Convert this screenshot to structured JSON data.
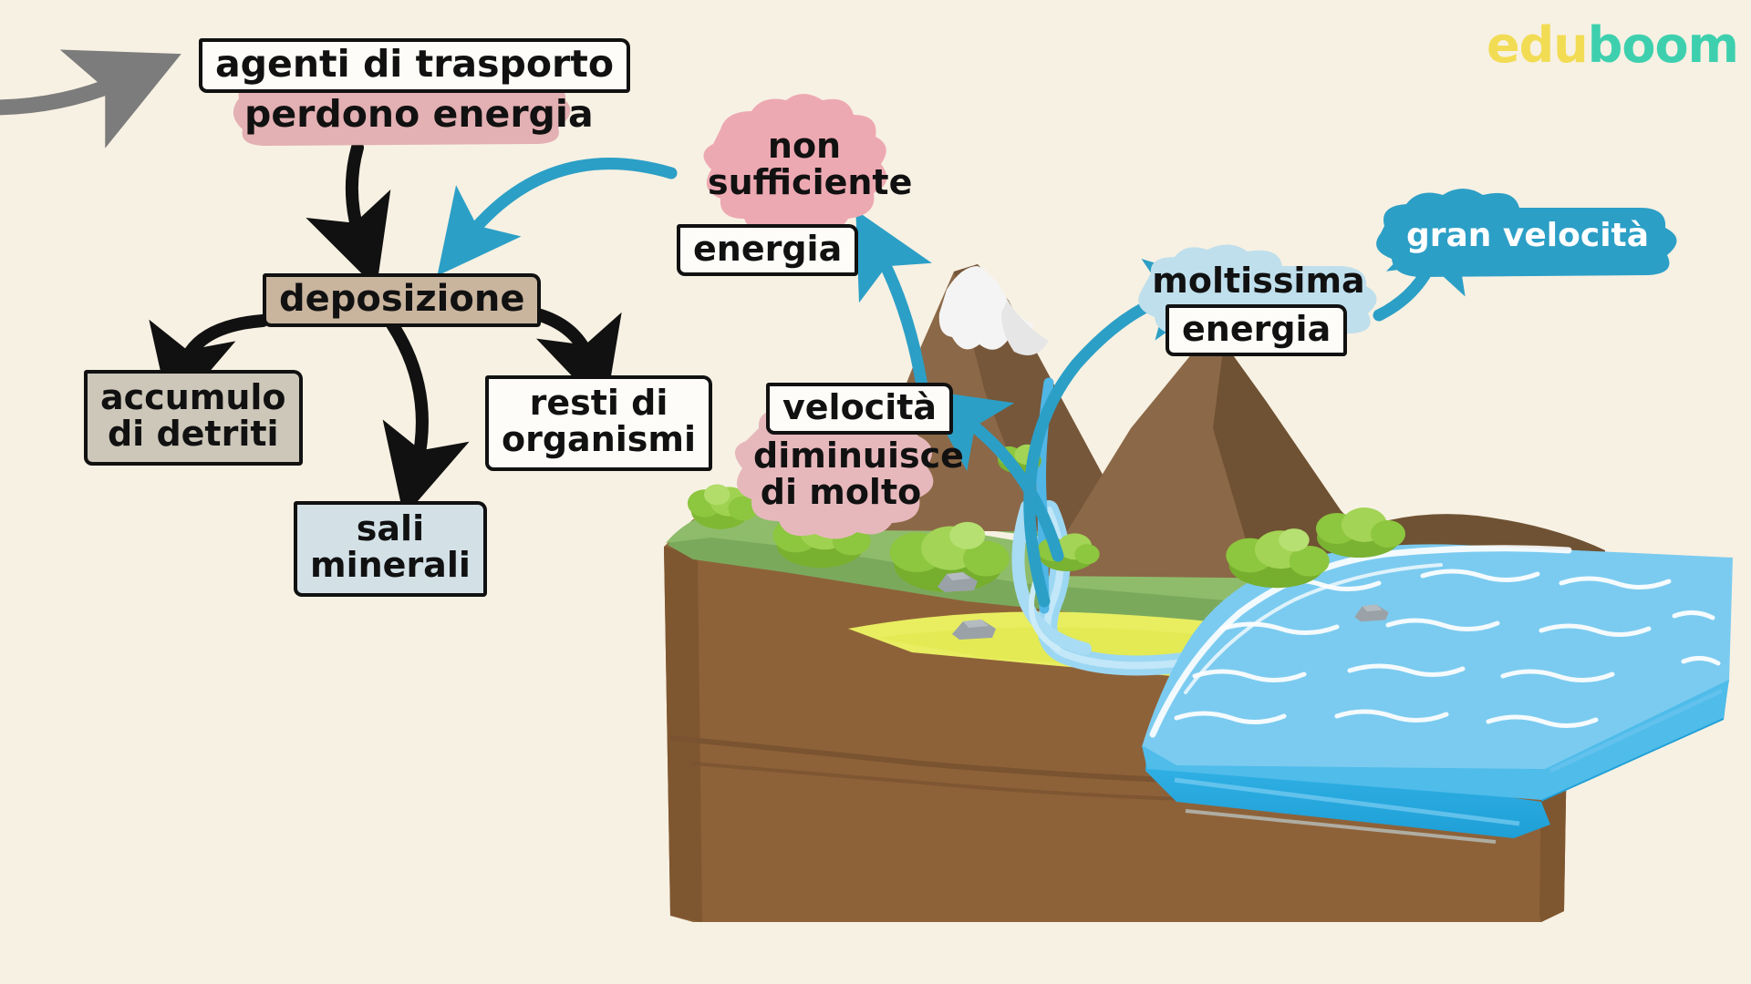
{
  "brand": {
    "part1": "edu",
    "part2": "boom",
    "color1": "#F2DC54",
    "color2": "#3ED0AE"
  },
  "background_color": "#F7F1E3",
  "palette": {
    "arrow_black": "#111111",
    "arrow_grey": "#7C7C7C",
    "arrow_blue": "#2C9FC6",
    "pink_blob": "#EDA9B2",
    "pink_blob_soft": "#E6B8BC",
    "lightblue_blob": "#BFDFEC",
    "teal_blob": "#2C9FC6",
    "box_tan": "#C9B49E",
    "box_greytan": "#CCC7B9",
    "box_lightblue": "#D3E1E7",
    "box_white": "#FDFCF8",
    "soil_brown": "#8E6239",
    "soil_brown_dark": "#7A5330",
    "grass_green": "#8FBC6B",
    "grass_green_dark": "#7BA95C",
    "sand_yellow": "#E8EE60",
    "mountain_brown": "#8B6847",
    "mountain_brown_dark": "#6B4E32",
    "snow_white": "#F2F2F2",
    "tree_green": "#8DC63F",
    "tree_green_light": "#AFD86A",
    "water_light": "#7BCBF0",
    "water_dark": "#29ABE2",
    "river_blue": "#9BD7F2",
    "rock_grey": "#8F969C"
  },
  "labels": {
    "agenti_di_trasporto": "agenti di trasporto",
    "perdono_energia": "perdono energia",
    "deposizione": "deposizione",
    "accumulo_di_detriti": "accumulo\ndi detriti",
    "sali_minerali": "sali\nminerali",
    "resti_di_organismi": "resti di\norganismi",
    "non_sufficiente": "non\nsufficiente",
    "energia_1": "energia",
    "velocita": "velocità",
    "diminuisce_di_molto": "diminuisce\ndi molto",
    "moltissima": "moltissima",
    "energia_2": "energia",
    "gran_velocita": "gran velocità"
  },
  "icons": {
    "incoming": "grey-curved-arrow-icon",
    "flow_down": "black-curved-arrow-icon",
    "energy_flow": "blue-curved-arrow-icon"
  },
  "illustration": {
    "name": "river-landscape-cross-section",
    "elements": [
      "snow-capped-mountain",
      "second-mountain",
      "river",
      "grass-plain",
      "sandy-delta",
      "sea",
      "soil-cross-section",
      "trees",
      "rocks"
    ]
  }
}
